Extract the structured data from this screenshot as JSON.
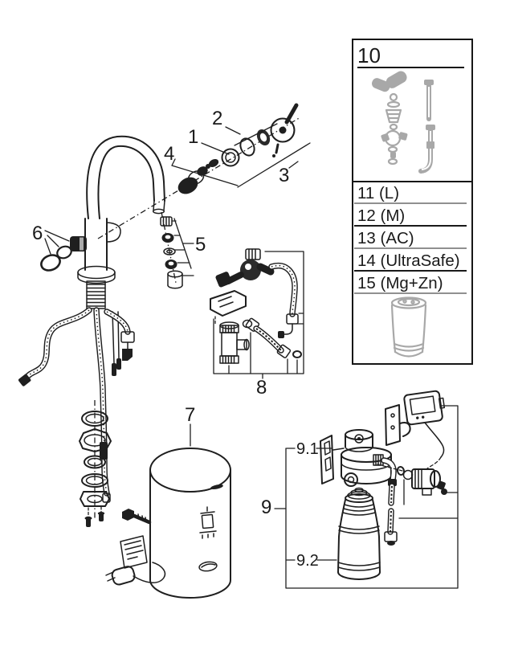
{
  "callouts": {
    "n1": "1",
    "n2": "2",
    "n3": "3",
    "n4": "4",
    "n5": "5",
    "n6": "6",
    "n7": "7",
    "n8": "8",
    "n9": "9",
    "n9_1": "9.1",
    "n9_2": "9.2"
  },
  "panel": {
    "header": "10",
    "items": [
      {
        "label": "11 (L)"
      },
      {
        "label": "12 (M)"
      },
      {
        "label": "13 (AC)"
      },
      {
        "label": "14 (UltraSafe)"
      },
      {
        "label": "15 (Mg+Zn)"
      }
    ]
  },
  "colors": {
    "ink": "#1f1f1f",
    "panel_art_gray": "#a8a8a8",
    "separator_gray": "#909090",
    "background": "#ffffff"
  }
}
